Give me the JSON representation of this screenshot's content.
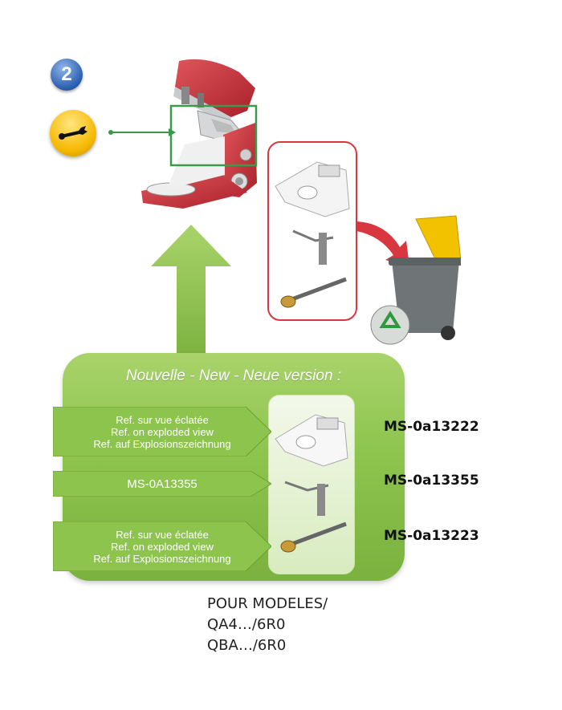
{
  "step_number": "2",
  "panel_title": "Nouvelle - New - Neue version :",
  "rows": [
    {
      "arrow_lines": [
        "Ref. sur vue éclatée",
        "Ref. on exploded view",
        "Ref. auf Explosionszeichnung"
      ],
      "code": "MS-0a13222"
    },
    {
      "arrow_lines": [
        "MS-0A13355"
      ],
      "code": "MS-0a13355"
    },
    {
      "arrow_lines": [
        "Ref. sur vue éclatée",
        "Ref. on exploded view",
        "Ref. auf Explosionszeichnung"
      ],
      "code": "MS-0a13223"
    }
  ],
  "models": [
    "POUR MODELES/",
    "QA4…/6R0",
    "QBA…/6R0"
  ],
  "colors": {
    "mixer_red": "#c8323a",
    "callout_green": "#3a9a4a",
    "old_parts_border": "#d9373f",
    "bin_lid": "#f2c200",
    "bin_body": "#6f7477"
  }
}
